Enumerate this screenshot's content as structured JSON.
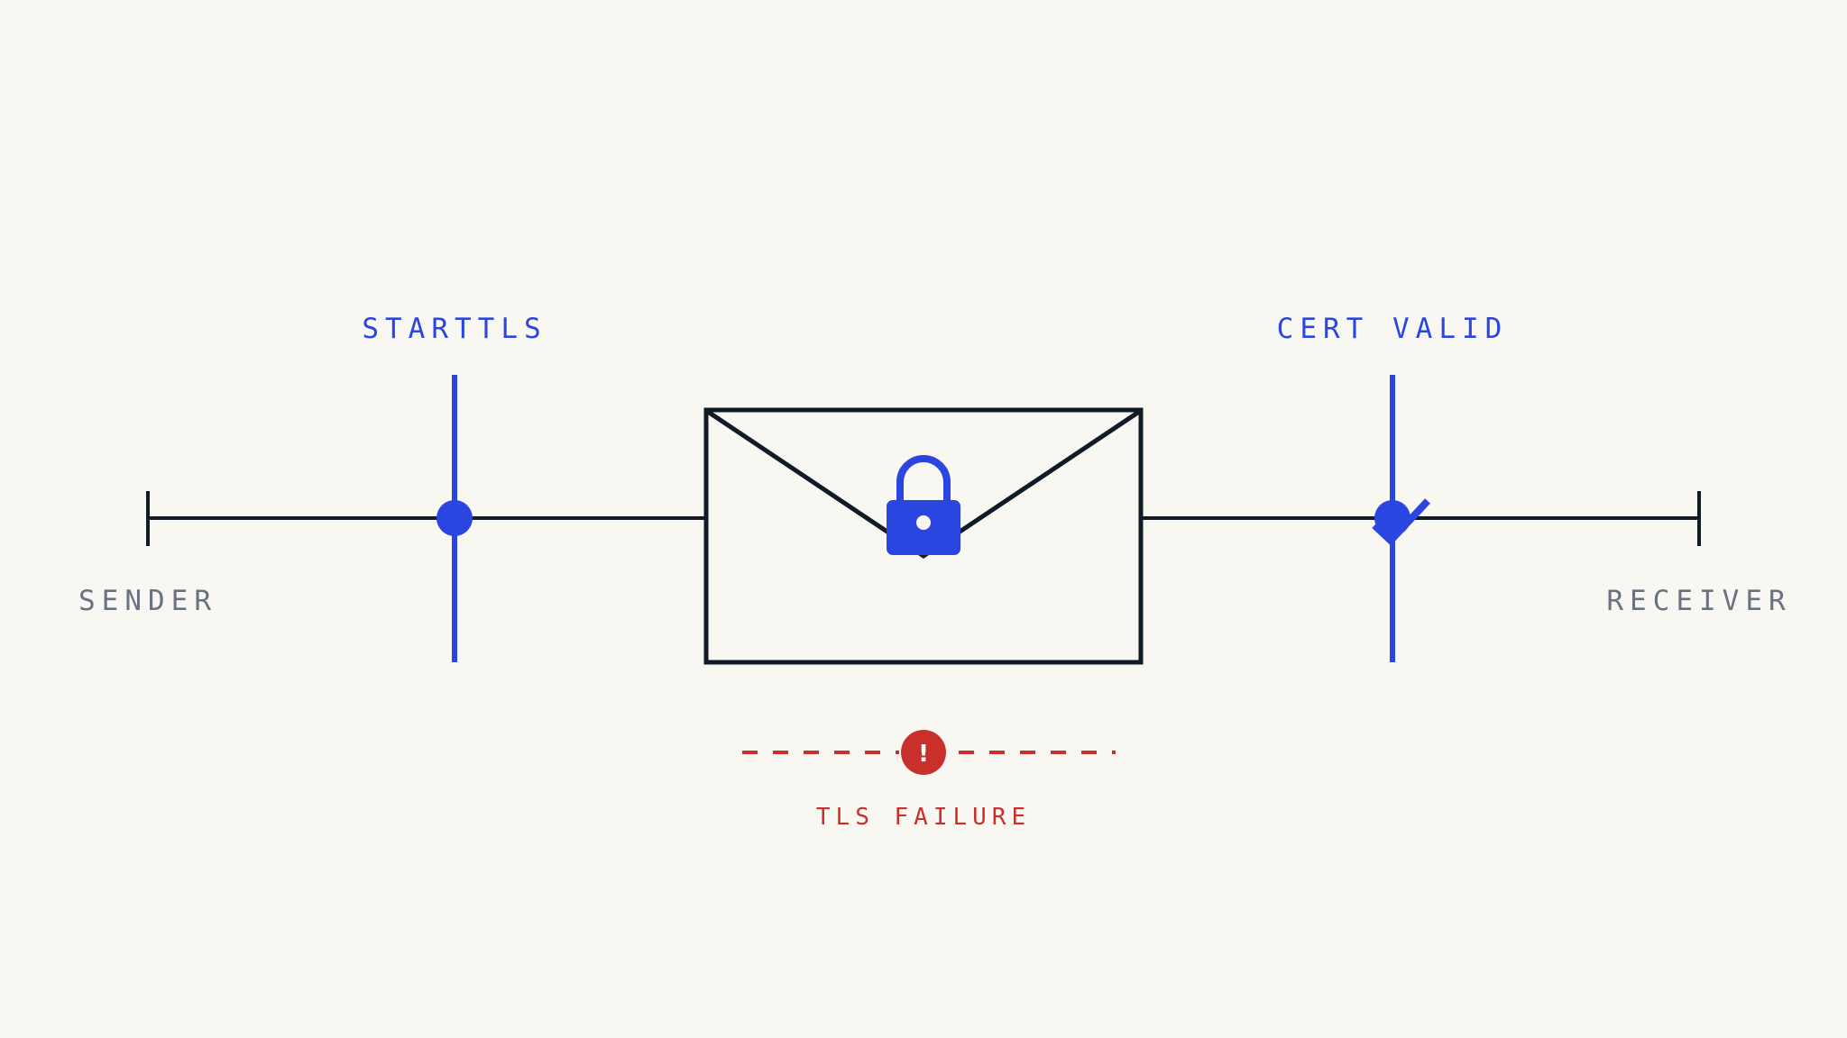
{
  "labels": {
    "sender": "SENDER",
    "receiver": "RECEIVER",
    "starttls": "STARTTLS",
    "cert_valid": "CERT VALID",
    "tls_failure": "TLS FAILURE",
    "alert_glyph": "!"
  },
  "icons": {
    "envelope": "envelope-icon",
    "lock": "padlock-icon",
    "check": "checkmark-icon",
    "alert": "alert-icon"
  },
  "colors": {
    "background": "#f8f7f2",
    "ink": "#111b27",
    "accent": "#2b46e0",
    "muted": "#6a7282",
    "error": "#c9302c"
  }
}
